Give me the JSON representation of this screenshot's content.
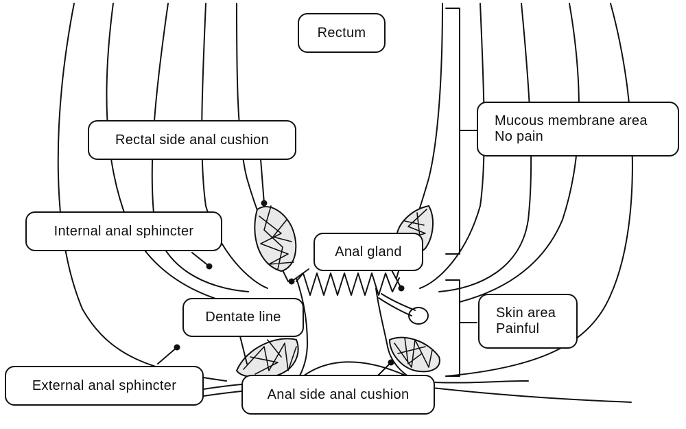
{
  "labels": {
    "rectum": "Rectum",
    "rectal_side_cushion": "Rectal side anal cushion",
    "mucous_area_line1": "Mucous membrane area",
    "mucous_area_line2": "No pain",
    "internal_sphincter": "Internal anal sphincter",
    "anal_gland": "Anal gland",
    "dentate_line": "Dentate line",
    "skin_area_line1": "Skin area",
    "skin_area_line2": "Painful",
    "external_sphincter": "External anal sphincter",
    "anal_side_cushion": "Anal side anal cushion"
  }
}
